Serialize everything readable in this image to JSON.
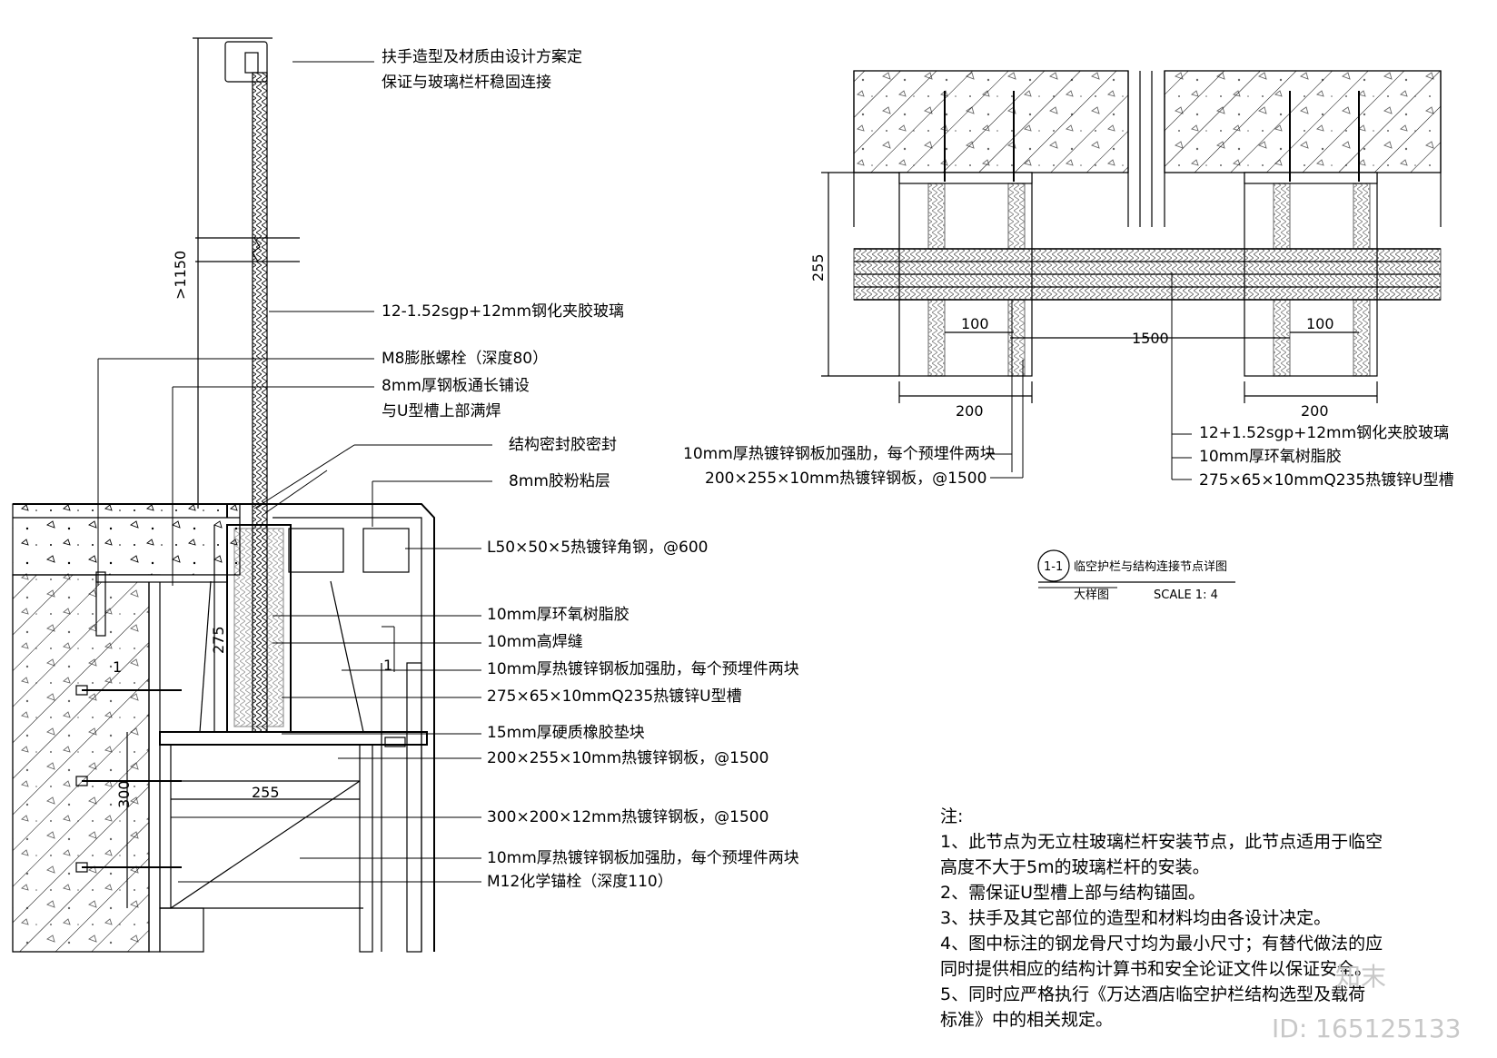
{
  "left_section": {
    "dims": {
      "height": ">1150",
      "u_channel_height": "275",
      "bottom_plate_height": "300",
      "plate_width": "255",
      "section_mark": "1"
    },
    "labels": [
      "扶手造型及材质由设计方案定",
      "保证与玻璃栏杆稳固连接",
      "12-1.52sgp+12mm钢化夹胶玻璃",
      "M8膨胀螺栓（深度80）",
      "8mm厚钢板通长铺设",
      "与U型槽上部满焊",
      "结构密封胶密封",
      "8mm胶粉粘层",
      "L50×50×5热镀锌角钢，@600",
      "10mm厚环氧树脂胶",
      "10mm高焊缝",
      "10mm厚热镀锌钢板加强肋，每个预埋件两块",
      "275×65×10mmQ235热镀锌U型槽",
      "15mm厚硬质橡胶垫块",
      "200×255×10mm热镀锌钢板，@1500",
      "300×200×12mm热镀锌钢板，@1500",
      "10mm厚热镀锌钢板加强肋，每个预埋件两块",
      "M12化学锚栓（深度110）"
    ]
  },
  "right_section": {
    "dims": {
      "height": "255",
      "rib_spacing_left": "100",
      "rib_spacing_right": "100",
      "plate_left": "200",
      "plate_right": "200",
      "span": "1500"
    },
    "labels_left": [
      "10mm厚热镀锌钢板加强肋，每个预埋件两块",
      "200×255×10mm热镀锌钢板，@1500"
    ],
    "labels_right": [
      "12+1.52sgp+12mm钢化夹胶玻璃",
      "10mm厚环氧树脂胶",
      "275×65×10mmQ235热镀锌U型槽"
    ]
  },
  "title_block": {
    "number": "1-1",
    "title": "临空护栏与结构连接节点详图",
    "subtitle": "大样图",
    "scale": "SCALE  1: 4"
  },
  "notes": {
    "heading": "注:",
    "lines": [
      "1、此节点为无立柱玻璃栏杆安装节点，此节点适用于临空",
      "高度不大于5m的玻璃栏杆的安装。",
      "2、需保证U型槽上部与结构锚固。",
      "3、扶手及其它部位的造型和材料均由各设计决定。",
      "4、图中标注的钢龙骨尺寸均为最小尺寸；有替代做法的应",
      "同时提供相应的结构计算书和安全论证文件以保证安全。",
      "5、同时应严格执行《万达酒店临空护栏结构选型及载荷",
      "标准》中的相关规定。"
    ]
  },
  "watermark": {
    "logo": "知末",
    "id": "ID: 165125133"
  }
}
